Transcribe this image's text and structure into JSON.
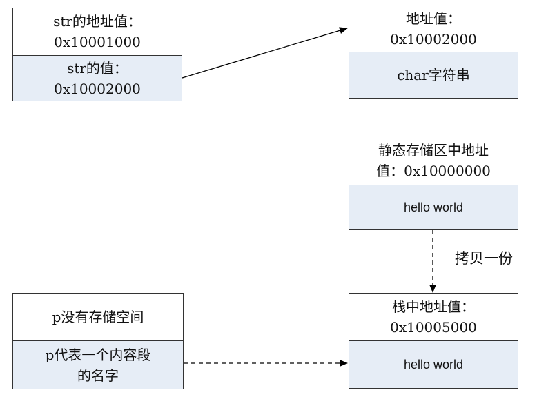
{
  "colors": {
    "cell_fill": "#e6edf6",
    "border": "#333333",
    "text": "#111111"
  },
  "str_box": {
    "address_text": "str的地址值：\n0x10001000",
    "value_text": "str的值：\n0x10002000"
  },
  "heap_box": {
    "address_text": "地址值：\n0x10002000",
    "content_text": "char字符串"
  },
  "static_box": {
    "address_text": "静态存储区中地址\n值：0x10000000",
    "content_text": "hello world"
  },
  "stack_box": {
    "address_text": "栈中地址值：\n0x10005000",
    "content_text": "hello world"
  },
  "p_box": {
    "storage_text": "p没有存储空间",
    "alias_text": "p代表一个内容段\n的名字"
  },
  "copy_label": "拷贝一份"
}
